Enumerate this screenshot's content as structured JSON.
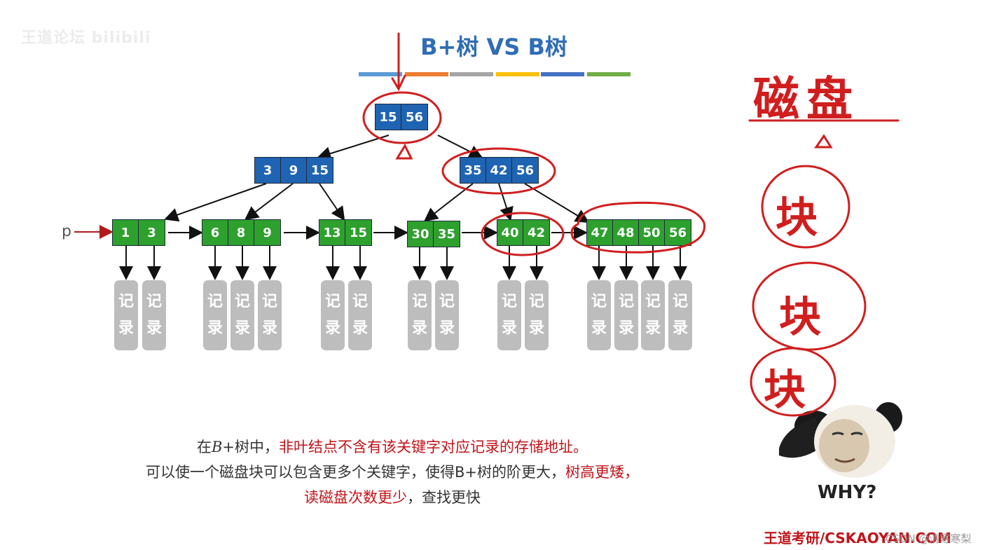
{
  "watermark": "王道论坛 bilibili",
  "title": "B+树 VS B树",
  "title_bar_colors": [
    "#5b9bd5",
    "#ed7d31",
    "#a5a5a5",
    "#ffc000",
    "#4472c4",
    "#70ad47"
  ],
  "tree": {
    "root": [
      "15",
      "56"
    ],
    "internal": [
      [
        "3",
        "9",
        "15"
      ],
      [
        "35",
        "42",
        "56"
      ]
    ],
    "leaves": [
      [
        "1",
        "3"
      ],
      [
        "6",
        "8",
        "9"
      ],
      [
        "13",
        "15"
      ],
      [
        "30",
        "35"
      ],
      [
        "40",
        "42"
      ],
      [
        "47",
        "48",
        "50",
        "56"
      ]
    ],
    "record_label_top": "记",
    "record_label_bottom": "录",
    "pointer_label": "p",
    "internal_color": "#1f63b3",
    "leaf_color": "#2ea02e",
    "record_color": "#bdbdbd"
  },
  "caption": {
    "line1_prefix": "在",
    "line1_b": "B",
    "line1_mid": "+树中，",
    "line1_red": "非叶结点不含有该关键字对应记录的存储地址。",
    "line2_normal": "可以使一个磁盘块可以包含更多个关键字，使得B+树的阶更大，",
    "line2_red": "树高更矮，",
    "line3_red": "读磁盘次数更少",
    "line3_normal": "，查找更快"
  },
  "handwriting": {
    "disk": "磁盘",
    "block1": "块",
    "block2": "块",
    "block3": "块"
  },
  "meme_caption": "WHY?",
  "brand": "王道考研/CSKAOYAN.COM",
  "csdn_mark": "CSDN @清寒寒梨",
  "annotation_color": "#d01e1e"
}
